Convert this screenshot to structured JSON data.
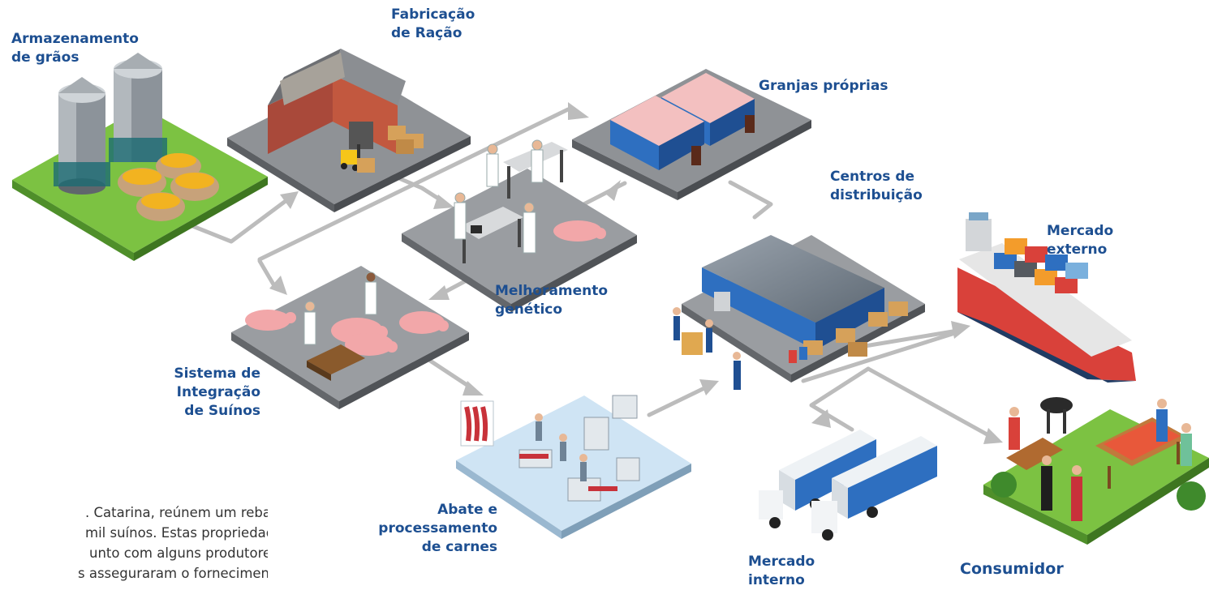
{
  "labels": {
    "armazenamento": [
      "Armazenamento",
      "de grãos"
    ],
    "fabricacao": [
      "Fabricação",
      "de Ração"
    ],
    "granjas": [
      "Granjas próprias"
    ],
    "centros": [
      "Centros de",
      "distribuição"
    ],
    "mercado_externo": [
      "Mercado",
      "externo"
    ],
    "melhoramento": [
      "Melhoramento",
      "genético"
    ],
    "sistema": [
      "Sistema de",
      "Integração",
      "de Suínos"
    ],
    "abate": [
      "Abate e",
      "processamento",
      "de carnes"
    ],
    "mercado_interno": [
      "Mercado",
      "interno"
    ],
    "consumidor": [
      "Consumidor"
    ]
  },
  "body_text": [
    ". Catarina, reúnem um rebanho",
    "mil suínos. Estas propriedades",
    "unto com alguns produtores",
    "s asseguraram o fornecimento de"
  ],
  "colors": {
    "label_blue": "#1d4f91",
    "arrow_gray": "#b8b8b8",
    "platform_gray": "#8f9296",
    "grass_green": "#7cc242",
    "building_blue": "#2e6fc0",
    "brick_red": "#b5523b",
    "ship_red": "#d9413a",
    "pig_pink": "#f2a7a9"
  },
  "icons": [
    "silo-icon",
    "grain-sack-icon",
    "factory-icon",
    "forklift-icon",
    "lab-icon",
    "scientist-icon",
    "pig-icon",
    "barn-icon",
    "warehouse-icon",
    "worker-icon",
    "ship-icon",
    "container-icon",
    "truck-icon",
    "bbq-icon",
    "picnic-table-icon",
    "tree-icon"
  ]
}
